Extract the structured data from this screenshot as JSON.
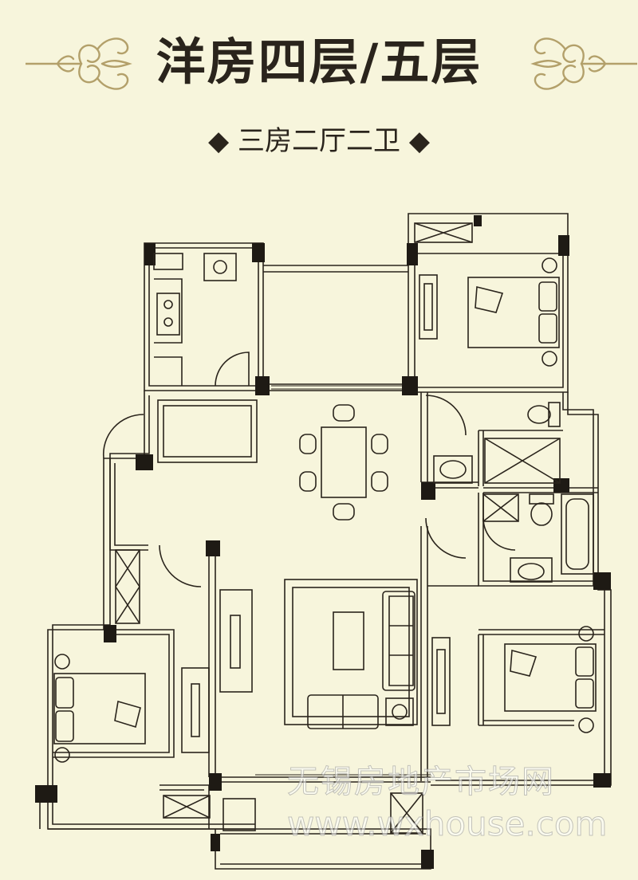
{
  "title": "洋房四层/五层",
  "subtitle": "三房二厅二卫",
  "bullet": "◆",
  "watermark": {
    "cn": "无锡房地产市场网",
    "en": "www.wxhouse.com"
  },
  "colors": {
    "background": "#f7f5dc",
    "ink": "#2a241c",
    "ornament": "#b3a06a"
  },
  "icons": [
    "scroll-ornament-icon",
    "bed-icon",
    "sofa-icon",
    "dining-table-icon",
    "toilet-icon",
    "bathtub-icon",
    "sink-icon",
    "stove-icon",
    "shower-icon"
  ]
}
